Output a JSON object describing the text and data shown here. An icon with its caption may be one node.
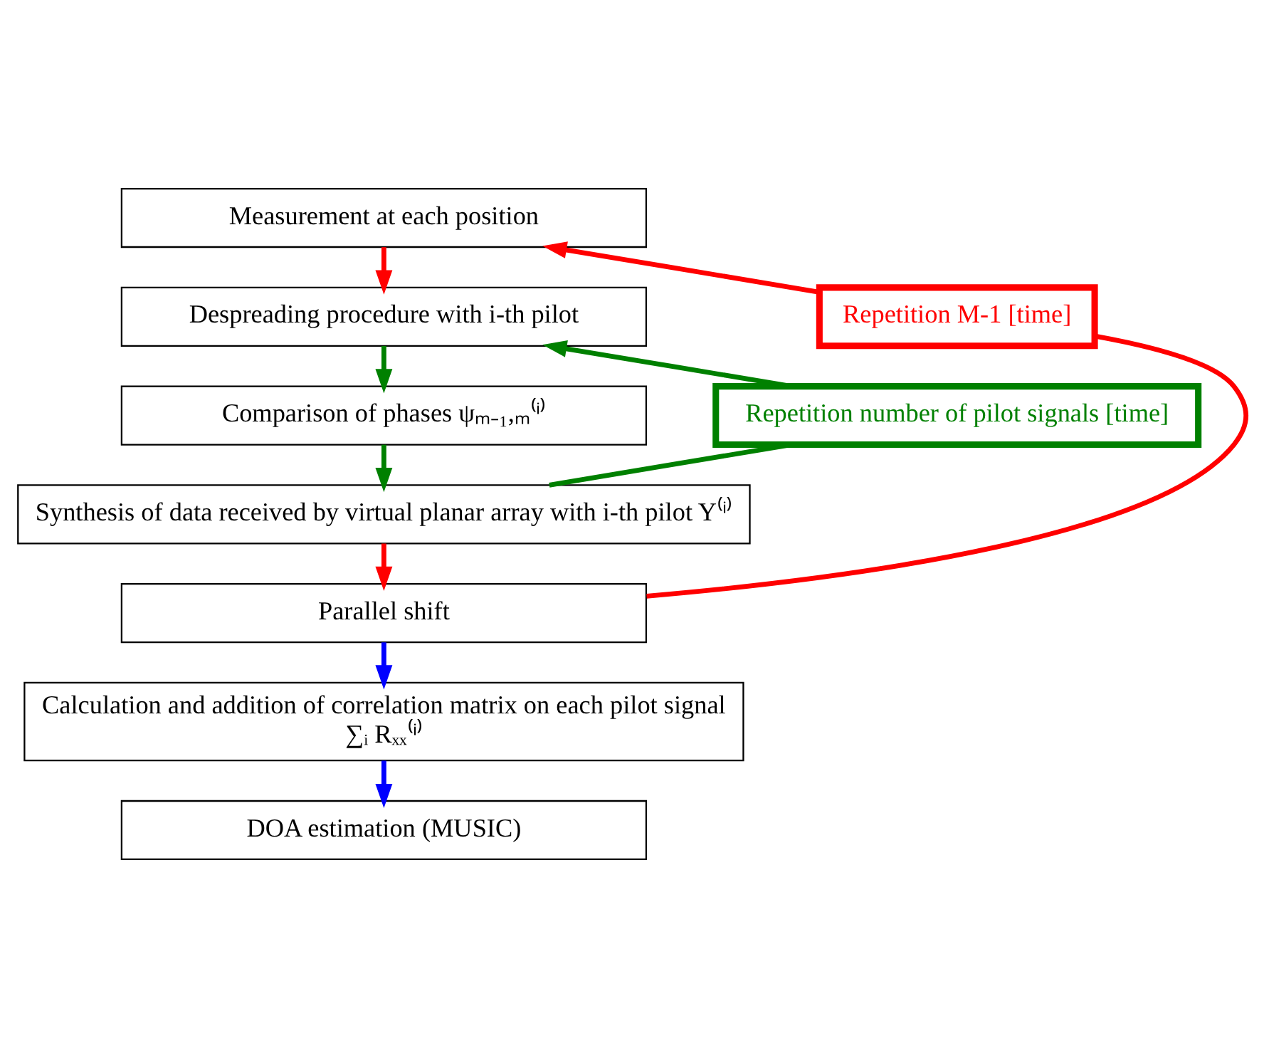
{
  "diagram": {
    "nodes": [
      {
        "text": [
          "Measurement at each position"
        ]
      },
      {
        "text": [
          "Despreading procedure with i-th pilot"
        ]
      },
      {
        "text": [
          "Comparison of phases ψₘ₋₁,ₘ⁽ⁱ⁾"
        ]
      },
      {
        "text": [
          "Synthesis of data received by virtual planar array with i-th pilot Y⁽ⁱ⁾"
        ]
      },
      {
        "text": [
          "Parallel shift"
        ]
      },
      {
        "text": [
          "Calculation and addition of correlation matrix on each pilot signal",
          "∑ᵢ Rₓₓ⁽ⁱ⁾"
        ]
      },
      {
        "text": [
          "DOA estimation (MUSIC)"
        ]
      },
      {
        "text": [
          "Repetition M-1 [time]"
        ]
      },
      {
        "text": [
          "Repetition number of pilot signals [time]"
        ]
      }
    ],
    "edges": [
      {
        "from": 0,
        "to": 1,
        "arrow": "to",
        "color": "#ff0000"
      },
      {
        "from": 1,
        "to": 2,
        "arrow": "to",
        "color": "#008000"
      },
      {
        "from": 2,
        "to": 3,
        "arrow": "to",
        "color": "#008000"
      },
      {
        "from": 3,
        "to": 4,
        "arrow": "to",
        "color": "#ff0000"
      },
      {
        "from": 4,
        "to": 5,
        "arrow": "to",
        "color": "#0000ff"
      },
      {
        "from": 5,
        "to": 6,
        "arrow": "to",
        "color": "#0000ff"
      },
      {
        "from": 4,
        "to": 7,
        "arrow": "none",
        "color": "#ff0000"
      },
      {
        "from": 7,
        "to": 0,
        "arrow": "to",
        "color": "#ff0000"
      },
      {
        "from": 3,
        "to": 8,
        "arrow": "none",
        "color": "#008000"
      },
      {
        "from": 8,
        "to": 1,
        "arrow": "to",
        "color": "#008000"
      }
    ]
  }
}
